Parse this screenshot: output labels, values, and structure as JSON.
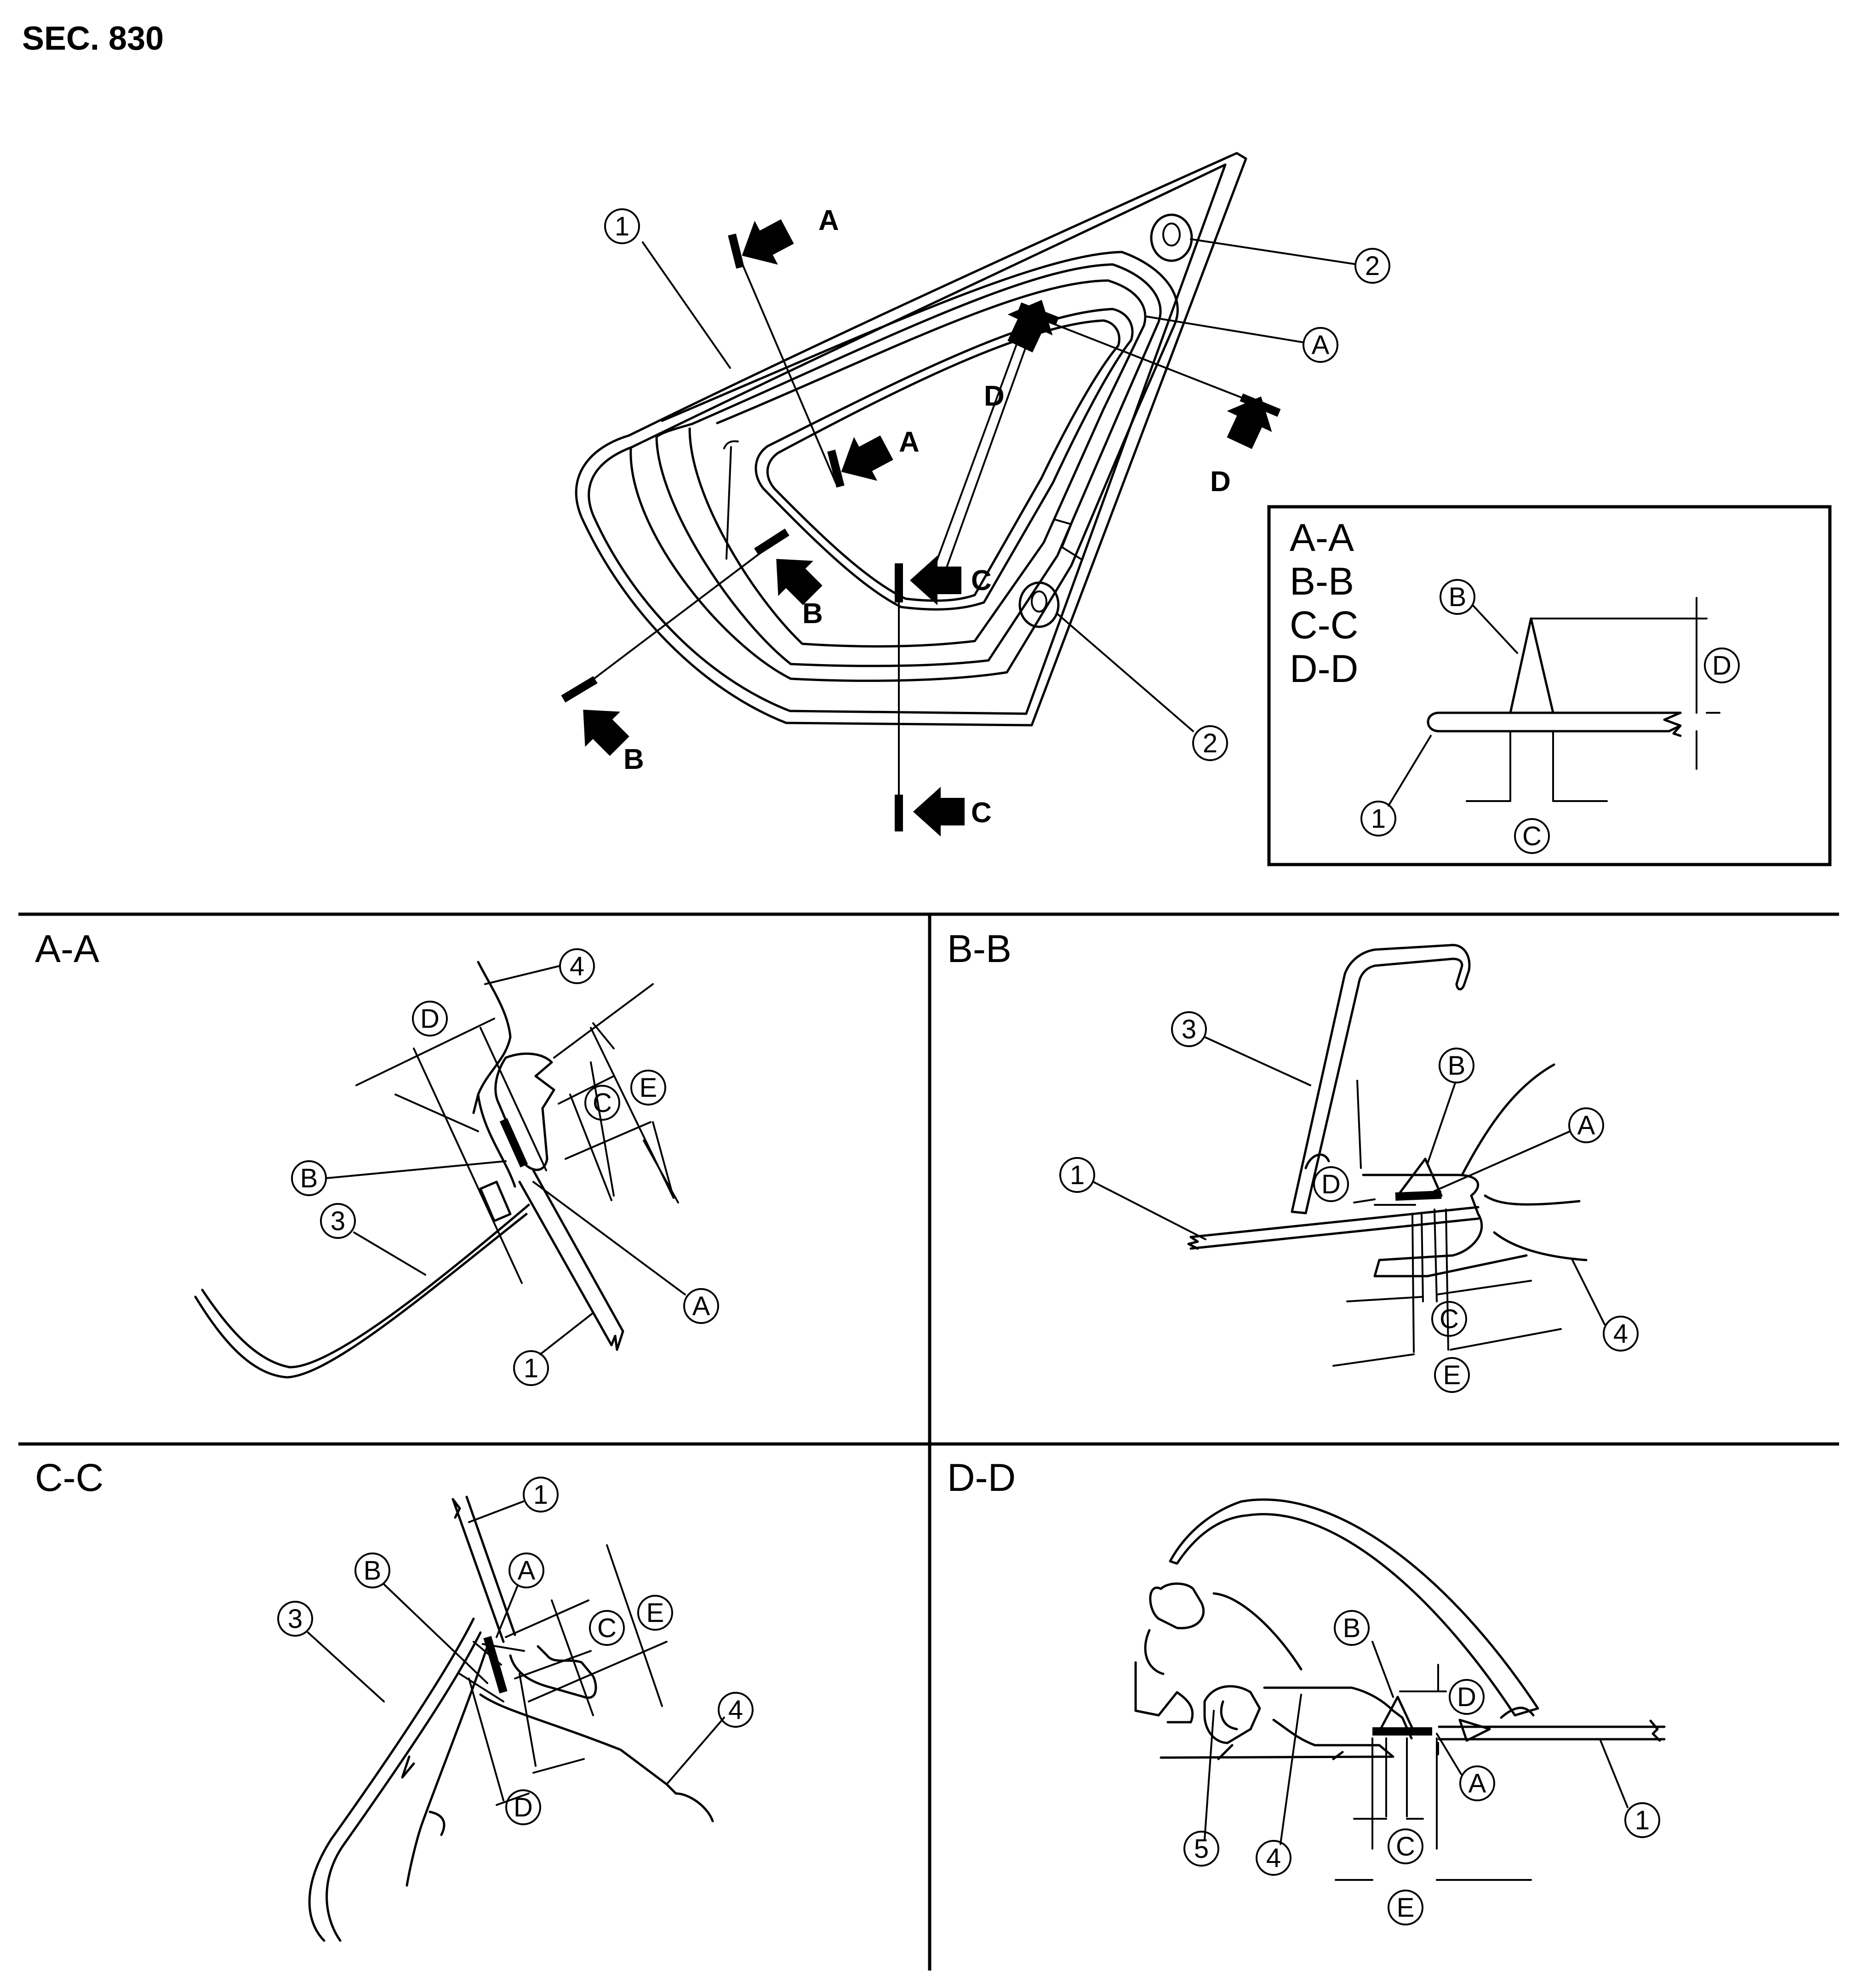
{
  "section_code": "SEC. 830",
  "overview": {
    "section_markers": [
      "A",
      "A",
      "B",
      "C",
      "C",
      "D",
      "D"
    ],
    "callout_numbers": [
      "1",
      "2",
      "2"
    ],
    "callout_letters": [
      "A"
    ]
  },
  "legend": {
    "titles": [
      "A-A",
      "B-B",
      "C-C",
      "D-D"
    ],
    "callouts": [
      "B",
      "D",
      "1",
      "C"
    ]
  },
  "sections": [
    {
      "title": "A-A",
      "callouts": [
        "4",
        "D",
        "C",
        "E",
        "B",
        "3",
        "A",
        "1"
      ]
    },
    {
      "title": "B-B",
      "callouts": [
        "3",
        "B",
        "A",
        "1",
        "D",
        "C",
        "4",
        "E"
      ]
    },
    {
      "title": "C-C",
      "callouts": [
        "1",
        "B",
        "A",
        "3",
        "C",
        "E",
        "4",
        "D"
      ]
    },
    {
      "title": "D-D",
      "callouts": [
        "B",
        "D",
        "A",
        "1",
        "5",
        "4",
        "C",
        "E"
      ]
    }
  ]
}
